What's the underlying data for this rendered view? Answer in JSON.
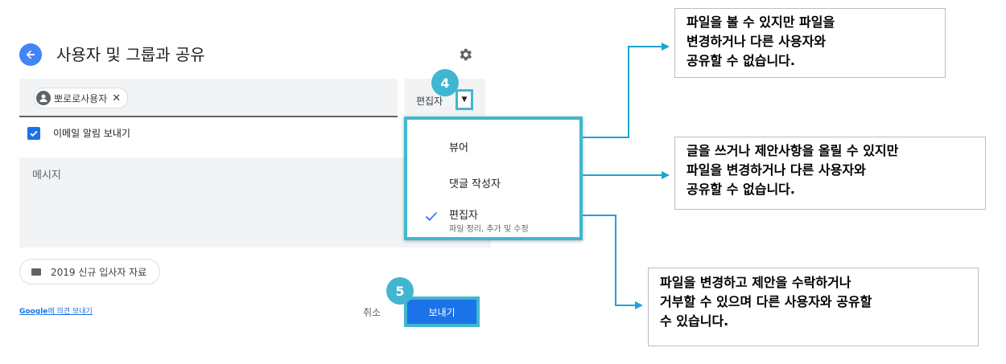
{
  "header": {
    "title": "사용자 및 그룹과 공유",
    "back_icon": "arrow-left-icon",
    "settings_icon": "gear-icon"
  },
  "people": {
    "chip_name": "뽀로로사용자",
    "remove_icon": "close-icon"
  },
  "role_button": {
    "label": "편집자"
  },
  "notify": {
    "checked": true,
    "label": "이메일 알림 보내기"
  },
  "message": {
    "placeholder": "메시지"
  },
  "folder": {
    "name": "2019 신규 입사자 자료"
  },
  "footer": {
    "feedback_brand": "Google",
    "feedback_text": "에 의견 보내기",
    "cancel_label": "취소",
    "send_label": "보내기"
  },
  "badges": {
    "step4": "4",
    "step5": "5"
  },
  "menu": {
    "items": [
      {
        "label": "뷰어"
      },
      {
        "label": "댓글 작성자"
      },
      {
        "label": "편집자",
        "sub": "파일 정리, 추가 및 수정",
        "selected": true
      }
    ]
  },
  "notes": {
    "viewer": "파일을 볼 수 있지만 파일을\n변경하거나 다른 사용자와\n공유할 수 없습니다.",
    "commenter": "글을 쓰거나 제안사항을 올릴 수 있지만\n파일을 변경하거나 다른 사용자와\n공유할 수 없습니다.",
    "editor": "파일을 변경하고 제안을 수락하거나\n거부할 수 있으며 다른 사용자와 공유할\n수 있습니다."
  },
  "colors": {
    "accent": "#1a73e8",
    "highlight": "#41b6d1",
    "back_button": "#4285f4"
  }
}
